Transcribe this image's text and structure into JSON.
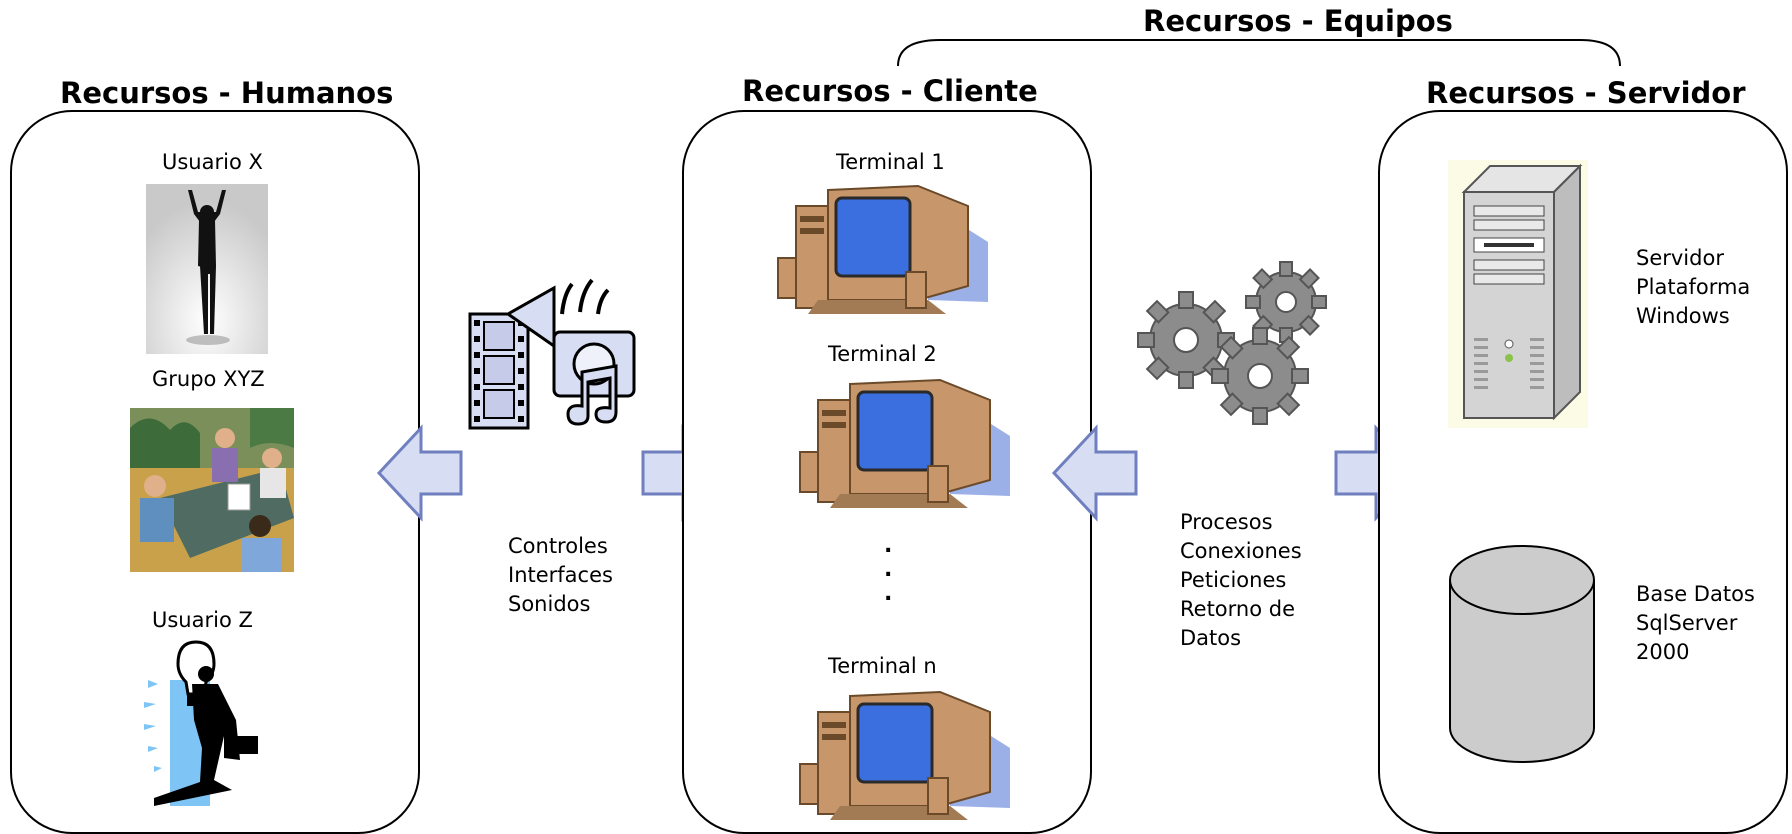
{
  "equipos_title": "Recursos - Equipos",
  "humanos": {
    "title": "Recursos - Humanos",
    "usuario_x": "Usuario X",
    "grupo": "Grupo  XYZ",
    "usuario_z": "Usuario Z"
  },
  "cliente": {
    "title": "Recursos - Cliente",
    "terminal_1": "Terminal 1",
    "terminal_2": "Terminal 2",
    "ellipsis": ".\n.\n.",
    "terminal_n": "Terminal n"
  },
  "servidor": {
    "title": "Recursos - Servidor",
    "server_label": [
      "Servidor",
      "Plataforma",
      "Windows"
    ],
    "db_label": [
      "Base Datos",
      "SqlServer",
      "2000"
    ]
  },
  "controles": [
    "Controles",
    "Interfaces",
    "Sonidos"
  ],
  "procesos": [
    "Procesos",
    "Conexiones",
    "Peticiones",
    "Retorno de",
    "Datos"
  ],
  "colors": {
    "arrow_fill": "#d7ddf2",
    "arrow_stroke": "#6f7fbf",
    "monitor_screen": "#3b6fe0",
    "monitor_body": "#c7966b",
    "shadow": "#9ab0e6",
    "gear": "#8c8c8c",
    "cylinder": "#cccccc"
  }
}
